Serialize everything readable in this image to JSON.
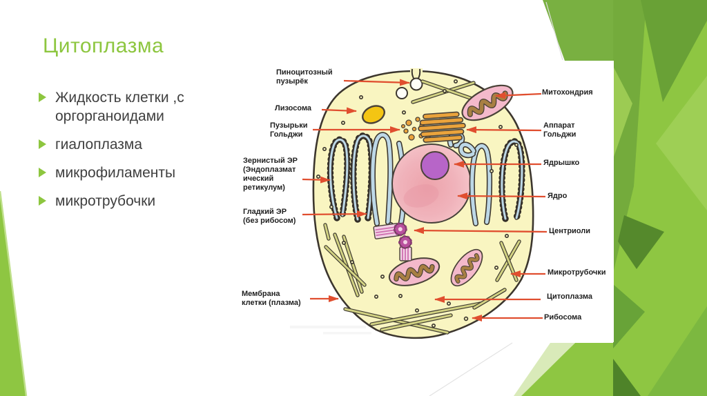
{
  "slide": {
    "title": "Цитоплазма",
    "bullets": [
      {
        "line1": "Жидкость клетки ,с",
        "line2": "оргорганоидами"
      },
      {
        "line1": "гиалоплазма"
      },
      {
        "line1": "микрофиламенты"
      },
      {
        "line1": "микротрубочки"
      }
    ]
  },
  "diagram": {
    "labels_left": [
      {
        "id": "pinocytotic-vesicle",
        "lines": [
          "Пиноцитозный",
          "пузырёк"
        ]
      },
      {
        "id": "lysosome",
        "lines": [
          "Лизосома"
        ]
      },
      {
        "id": "golgi-vesicles",
        "lines": [
          "Пузырьки",
          "Гольджи"
        ]
      },
      {
        "id": "rough-er",
        "lines": [
          "Зернистый ЭР",
          "(Эндоплазмат",
          "ический",
          "ретикулум)"
        ]
      },
      {
        "id": "smooth-er",
        "lines": [
          "Гладкий ЭР",
          "(без рибосом)"
        ]
      },
      {
        "id": "cell-membrane",
        "lines": [
          "Мембрана",
          "клетки (плазма)"
        ]
      }
    ],
    "labels_right": [
      {
        "id": "mitochondrion",
        "lines": [
          "Митохондрия"
        ]
      },
      {
        "id": "golgi-apparatus",
        "lines": [
          "Аппарат",
          "Гольджи"
        ]
      },
      {
        "id": "nucleolus",
        "lines": [
          "Ядрышко"
        ]
      },
      {
        "id": "nucleus",
        "lines": [
          "Ядро"
        ]
      },
      {
        "id": "centrioles",
        "lines": [
          "Центриоли"
        ]
      },
      {
        "id": "microtubules",
        "lines": [
          "Микротрубочки"
        ]
      },
      {
        "id": "cytoplasm",
        "lines": [
          "Цитоплазма"
        ]
      },
      {
        "id": "ribosome",
        "lines": [
          "Рибосома"
        ]
      }
    ]
  },
  "colors": {
    "accent": "#8dc63f",
    "body_text": "#3f3f3f",
    "label_text": "#1f1f1f",
    "arrow": "#e04e2f"
  },
  "artwork_palette": {
    "cell_fill": "#f9f5c1",
    "cell_outline": "#3c362e",
    "nucleus_pink": "#f0b3bb",
    "nucleolus_purple": "#b765c8",
    "er_blue": "#bdd8e7",
    "golgi_orange": "#eaa33c",
    "lysosome_yellow": "#f4c513",
    "mitochondrion_pink": "#f4b9cb",
    "mitochondrion_inner_brown": "#a87f43",
    "microtubule_olive": "#d2d283",
    "band_greens": [
      "#8ec642",
      "#74ab3c",
      "#69a136",
      "#9ecf55",
      "#55892c",
      "#d9eab9",
      "#7cb840",
      "#4e8329"
    ]
  }
}
